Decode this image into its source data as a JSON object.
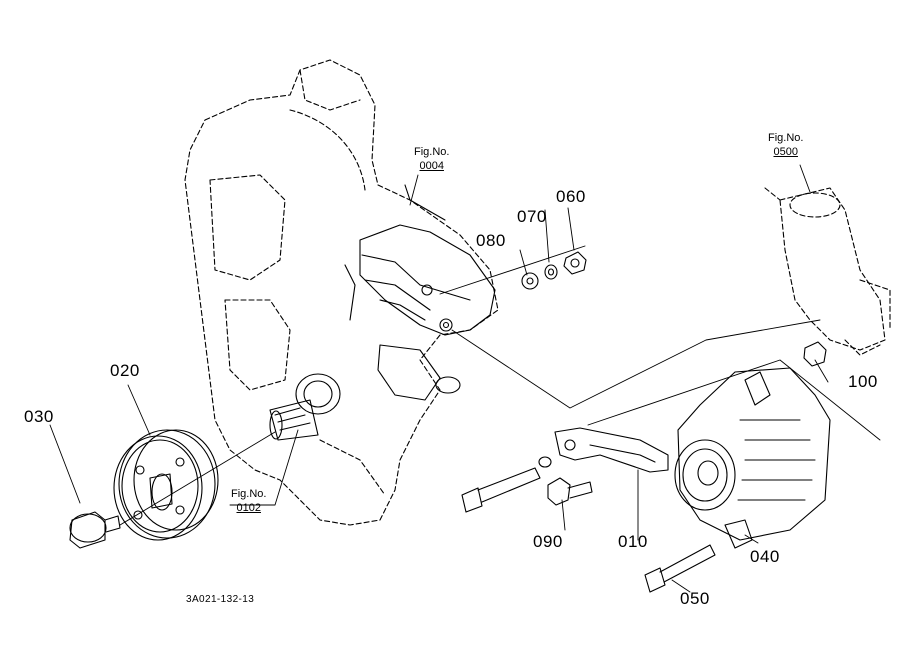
{
  "labels": {
    "p060": "060",
    "p070": "070",
    "p080": "080",
    "p020": "020",
    "p030": "030",
    "p100": "100",
    "p090": "090",
    "p010": "010",
    "p040": "040",
    "p050": "050"
  },
  "figure_refs": [
    {
      "prefix": "Fig.No.",
      "number": "0004"
    },
    {
      "prefix": "Fig.No.",
      "number": "0500"
    },
    {
      "prefix": "Fig.No.",
      "number": "0102"
    }
  ],
  "drawing_code": "3A021-132-13",
  "colors": {
    "ink": "#000000",
    "background": "#ffffff"
  }
}
